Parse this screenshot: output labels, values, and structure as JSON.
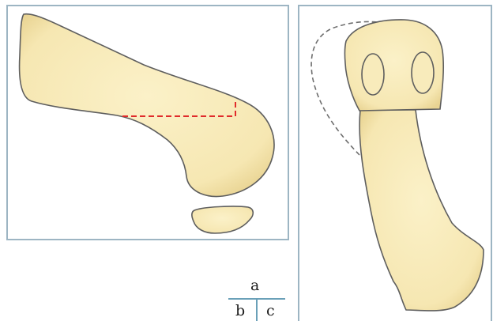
{
  "panel_labels": {
    "a": "a",
    "b": "b",
    "c": "c"
  },
  "colors": {
    "bone_fill": "#f7eab8",
    "bone_outline": "#5e5e5e",
    "frame": "#9db5c3",
    "cut_line": "#e02b2b",
    "ghost_outline": "#6e6e6e",
    "key_rule": "#6aa0b8"
  }
}
